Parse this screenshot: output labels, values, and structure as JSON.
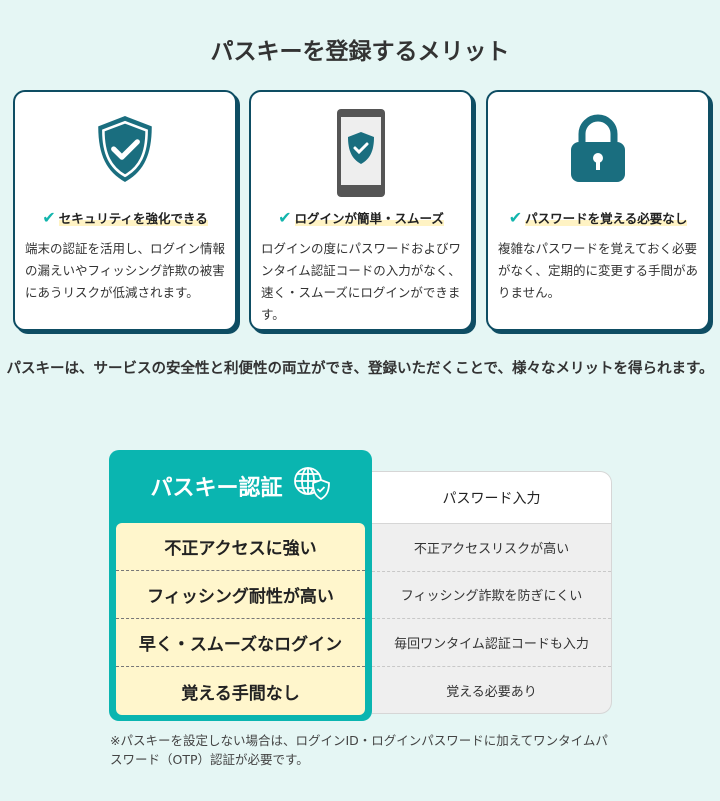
{
  "title": "パスキーを登録するメリット",
  "cards": [
    {
      "heading": "セキュリティを強化できる",
      "desc": "端末の認証を活用し、ログイン情報の漏えいやフィッシング詐欺の被害にあうリスクが低減されます。",
      "icon": "shield-check-icon"
    },
    {
      "heading": "ログインが簡単・スムーズ",
      "desc": "ログインの度にパスワードおよびワンタイム認証コードの入力がなく、速く・スムーズにログインができます。",
      "icon": "smartphone-shield-icon"
    },
    {
      "heading": "パスワードを覚える必要なし",
      "desc": "複雑なパスワードを覚えておく必要がなく、定期的に変更する手間がありません。",
      "icon": "padlock-icon"
    }
  ],
  "summary": "パスキーは、サービスの安全性と利便性の両立ができ、登録いただくことで、様々なメリットを得られます。",
  "comparison": {
    "passkey": {
      "title": "パスキー認証",
      "rows": [
        "不正アクセスに強い",
        "フィッシング耐性が高い",
        "早く・スムーズなログイン",
        "覚える手間なし"
      ]
    },
    "password": {
      "title": "パスワード入力",
      "rows": [
        "不正アクセスリスクが高い",
        "フィッシング詐欺を防ぎにくい",
        "毎回ワンタイム認証コードも入力",
        "覚える必要あり"
      ]
    }
  },
  "note": "※パスキーを設定しない場合は、ログインID・ログインパスワードに加えてワンタイムパスワード（OTP）認証が必要です。",
  "colors": {
    "accent": "#0ab5b0",
    "dark": "#0e4d63",
    "highlight": "#fff6cc"
  }
}
